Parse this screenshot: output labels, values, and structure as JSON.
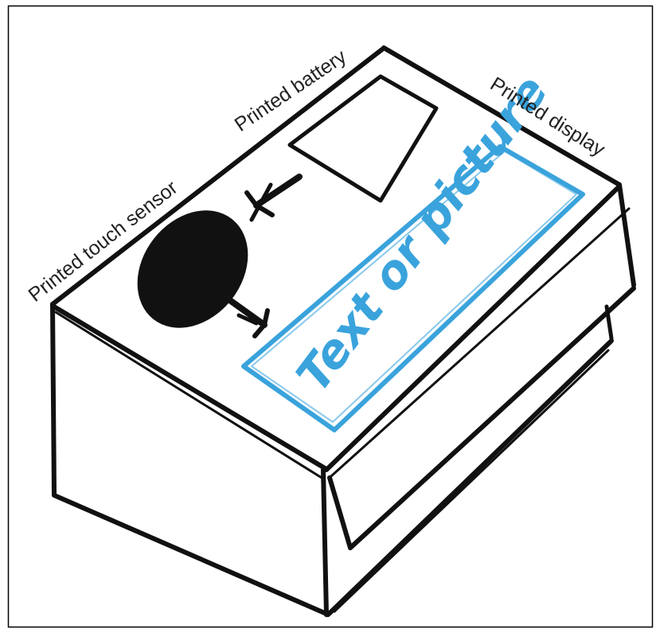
{
  "labels": {
    "touch_sensor": "Printed touch sensor",
    "battery": "Printed battery",
    "display": "Printed display"
  },
  "display_text": "Text or picture",
  "colors": {
    "ink": "#111111",
    "accent": "#3aa3dc",
    "background": "#ffffff"
  }
}
